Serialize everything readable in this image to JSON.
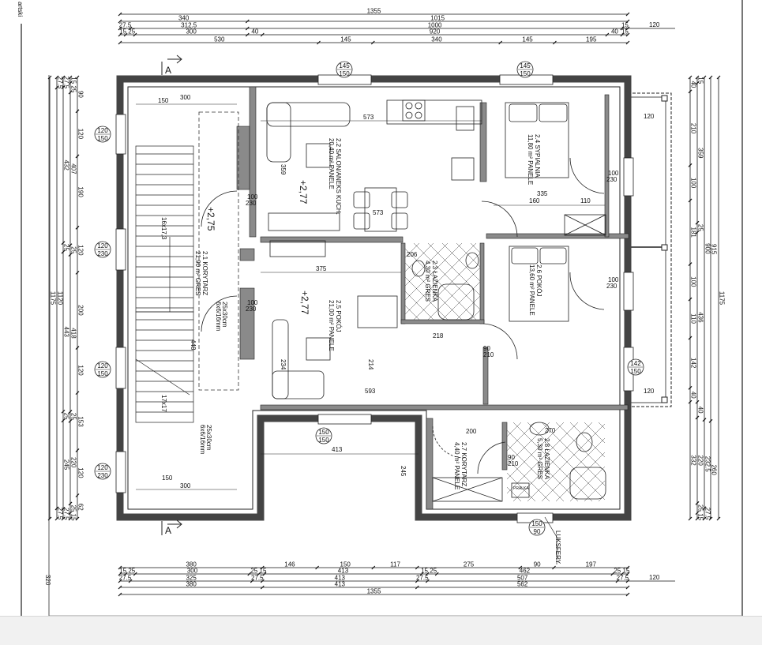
{
  "viewer": {
    "side_label": "artski",
    "side_dim": "320"
  },
  "dims": {
    "top": [
      [
        1355
      ],
      [
        340,
        1015
      ],
      [
        27.5,
        312.5,
        1000,
        15
      ],
      [
        15,
        25,
        300,
        40,
        920,
        40,
        15
      ],
      [
        530,
        145,
        340,
        145,
        195
      ]
    ],
    "top_ext": "120",
    "bottom": [
      [
        380,
        146,
        150,
        117,
        275,
        90,
        197
      ],
      [
        15,
        25,
        300,
        25,
        15,
        413,
        15,
        25,
        462,
        25,
        15
      ],
      [
        27.5,
        325,
        27.5,
        413,
        27.5,
        507,
        27.5
      ],
      [
        380,
        413,
        562
      ],
      [
        1355
      ]
    ],
    "bottom_ext": "120",
    "left": [
      [
        1175
      ],
      [
        27.5,
        1120,
        27.5
      ],
      [
        27.5,
        432,
        25,
        443,
        25,
        245,
        27.5
      ],
      [
        15,
        25,
        407,
        25,
        418,
        25,
        220,
        25,
        15
      ],
      [
        90,
        120,
        190,
        120,
        200,
        120,
        153,
        120,
        62
      ]
    ],
    "right": [
      [
        40,
        210,
        100,
        181,
        100,
        110,
        142,
        40,
        332
      ],
      [
        15,
        359,
        25,
        436,
        40,
        220,
        25,
        15
      ],
      [
        900,
        232.5,
        27.5
      ],
      [
        915,
        260
      ],
      [
        1175
      ]
    ]
  },
  "rooms": [
    {
      "id": "2.1",
      "name": "2.1 KORYTARZ",
      "area": "21,90 m² GRES"
    },
    {
      "id": "2.2",
      "name": "2.2 SALON/ANEKS KUCH.",
      "area": "20,40 m² PANELE"
    },
    {
      "id": "2.3",
      "name": "2.3 ŁAZIENKA",
      "area": "4,30 m² GRES"
    },
    {
      "id": "2.4",
      "name": "2.4 SYPIALNIA",
      "area": "11,80 m² PANELE"
    },
    {
      "id": "2.5",
      "name": "2.5 POKÓJ",
      "area": "21,00 m² PANELE"
    },
    {
      "id": "2.6",
      "name": "2.6 POKÓJ",
      "area": "13,60 m² PANELE"
    },
    {
      "id": "2.7",
      "name": "2.7 KORYTARZ",
      "area": "4,40 m² PANELE"
    },
    {
      "id": "2.8",
      "name": "2.8 ŁAZIENKA",
      "area": "5,30 m² GRES"
    }
  ],
  "levels": {
    "salon": "+2,77",
    "pokoj": "+2,77",
    "korytarz": "+2,75"
  },
  "section_marker": "A",
  "window_tags": [
    {
      "w": "145",
      "h": "150"
    },
    {
      "w": "145",
      "h": "150"
    },
    {
      "w": "120",
      "h": "150"
    },
    {
      "w": "120",
      "h": "230"
    },
    {
      "w": "120",
      "h": "150"
    },
    {
      "w": "120",
      "h": "230"
    },
    {
      "w": "150",
      "h": "150"
    },
    {
      "w": "142",
      "h": "150"
    },
    {
      "w": "150",
      "h": "90"
    }
  ],
  "door_tags": {
    "d1": "100",
    "d1h": "230",
    "d2": "90",
    "d2h": "210"
  },
  "stairs": {
    "flight1": "16x17,3",
    "flight2": "17x17",
    "step": "25x30cm",
    "nosing": "6x6/16mm"
  },
  "notes": {
    "luksfery": "LUKSFERY",
    "pralka": "PRALKA"
  },
  "inner_dims": {
    "kitchen": "573",
    "dining": "573",
    "living": "375",
    "hall_len": "448",
    "stair_w": "300",
    "half": "150",
    "bath": "206",
    "bed_w": "335",
    "bed1": "160",
    "bed2": "110",
    "corr": "200",
    "bath2": "270",
    "court": "413",
    "court_h": "245",
    "h1": "359",
    "h2": "214",
    "h3": "234",
    "b1": "593",
    "b2": "218"
  }
}
